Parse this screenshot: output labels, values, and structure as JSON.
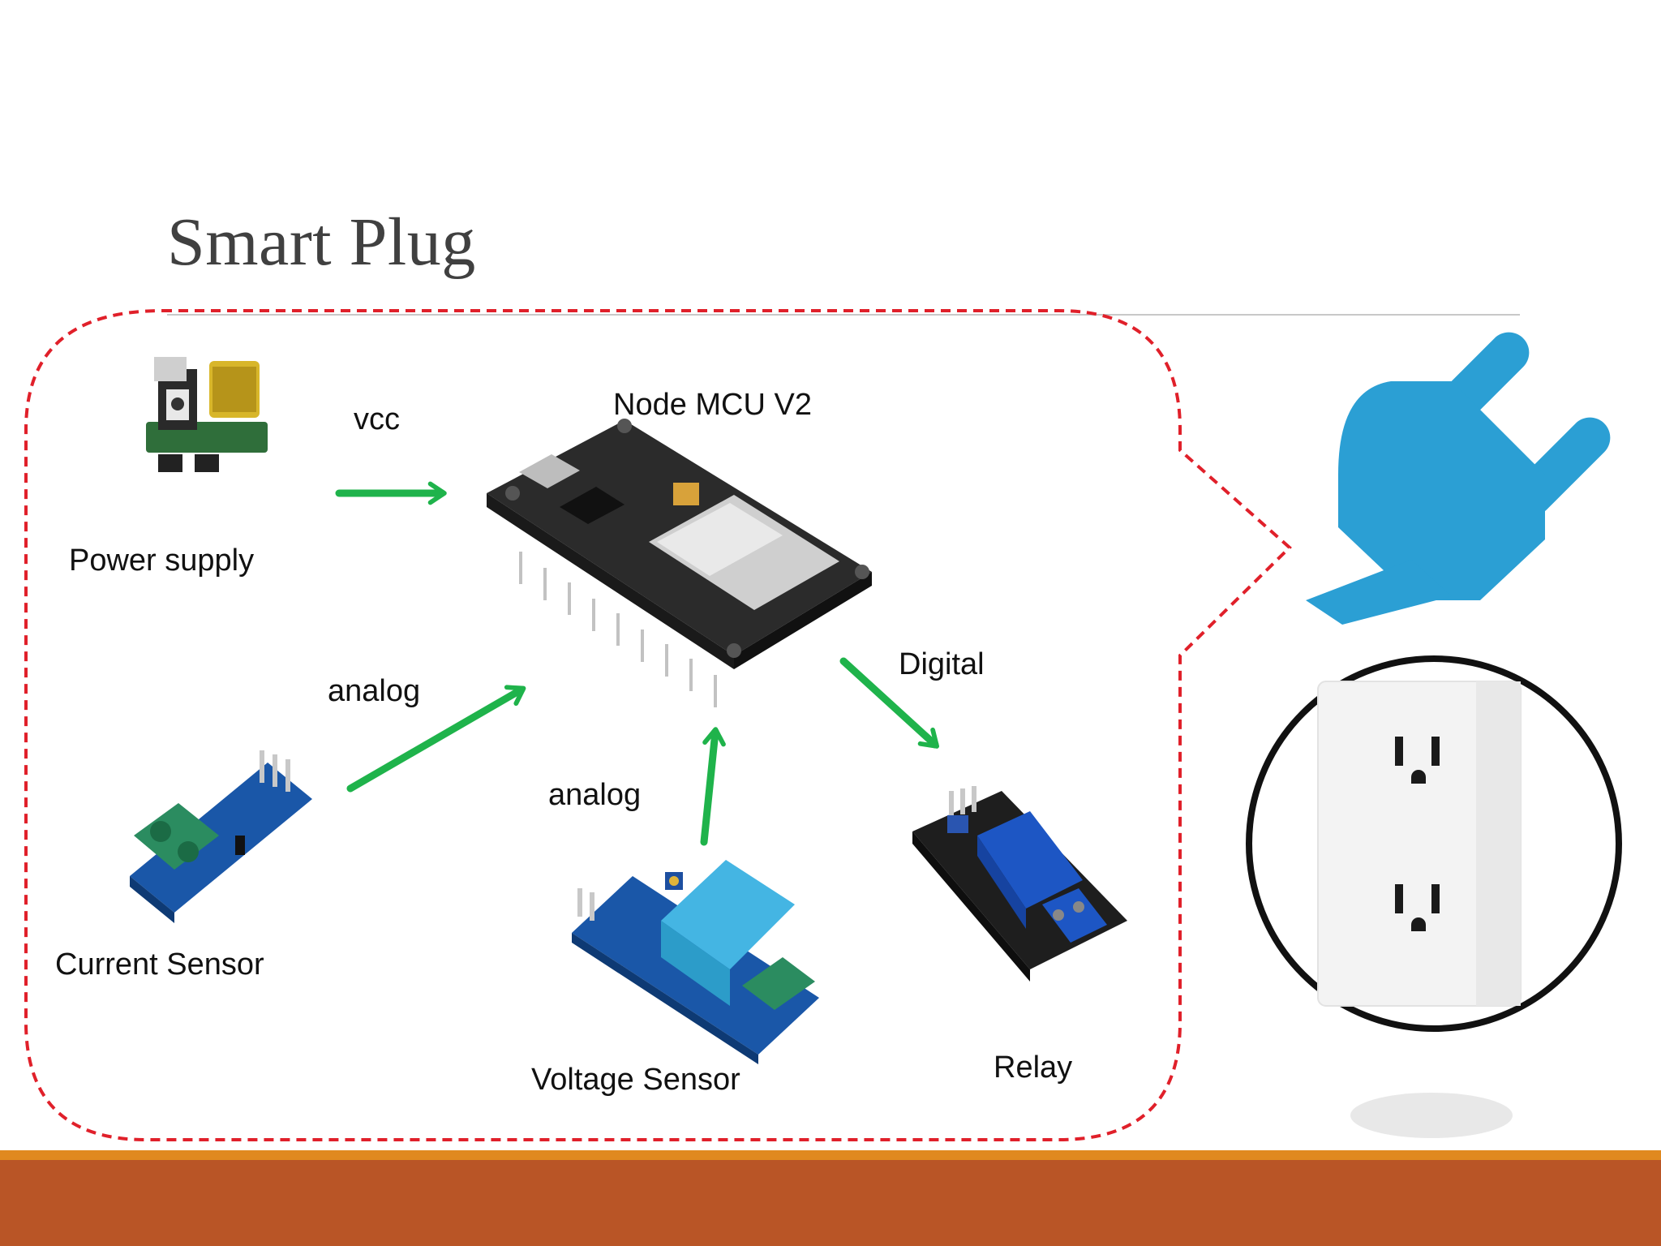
{
  "slide": {
    "title": "Smart Plug"
  },
  "components": {
    "power_supply": "Power supply",
    "mcu": "Node MCU V2",
    "current_sensor": "Current Sensor",
    "voltage_sensor": "Voltage Sensor",
    "relay": "Relay"
  },
  "connections": {
    "power_to_mcu": "vcc",
    "current_to_mcu": "analog",
    "voltage_to_mcu": "analog",
    "mcu_to_relay": "Digital"
  },
  "icons": {
    "plug": "plug-icon",
    "outlet": "wall-outlet-icon"
  },
  "colors": {
    "enclosure_border": "#e0202a",
    "arrow": "#1fb34b",
    "plug_icon": "#2b9fd4",
    "footer_band": "#b95526",
    "footer_accent": "#e0891f"
  }
}
